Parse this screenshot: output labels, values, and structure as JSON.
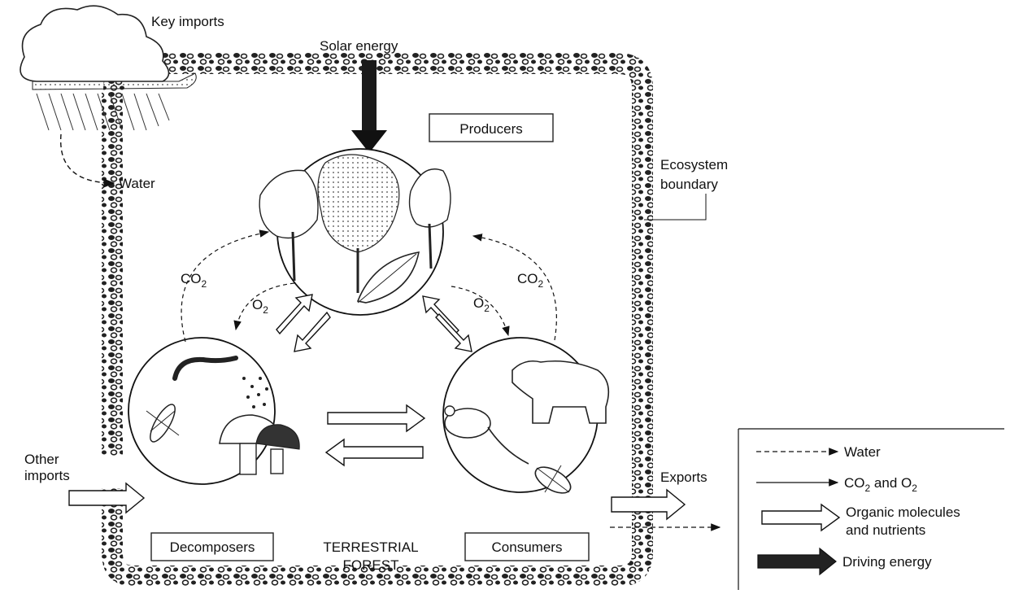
{
  "labels": {
    "key_imports": "Key imports",
    "solar_energy": "Solar energy",
    "producers": "Producers",
    "water": "Water",
    "ecosystem_boundary_1": "Ecosystem",
    "ecosystem_boundary_2": "boundary",
    "co2": "CO",
    "co2_sub": "2",
    "o2": "O",
    "o2_sub": "2",
    "other_imports_1": "Other",
    "other_imports_2": "imports",
    "decomposers": "Decomposers",
    "terrestrial_1": "TERRESTRIAL",
    "terrestrial_2": "FOREST",
    "consumers": "Consumers",
    "exports": "Exports"
  },
  "legend": {
    "water": "Water",
    "co2_o2_a": "CO",
    "co2_o2_sub1": "2",
    "co2_o2_b": " and O",
    "co2_o2_sub2": "2",
    "organic_1": "Organic molecules",
    "organic_2": "and nutrients",
    "driving_energy": "Driving energy"
  },
  "icons": [
    "cloud-rain-icon",
    "trees-icon",
    "leaf-icon",
    "worm-icon",
    "insect-icon",
    "mushroom-icon",
    "bear-icon",
    "mouse-icon",
    "beetle-icon"
  ]
}
